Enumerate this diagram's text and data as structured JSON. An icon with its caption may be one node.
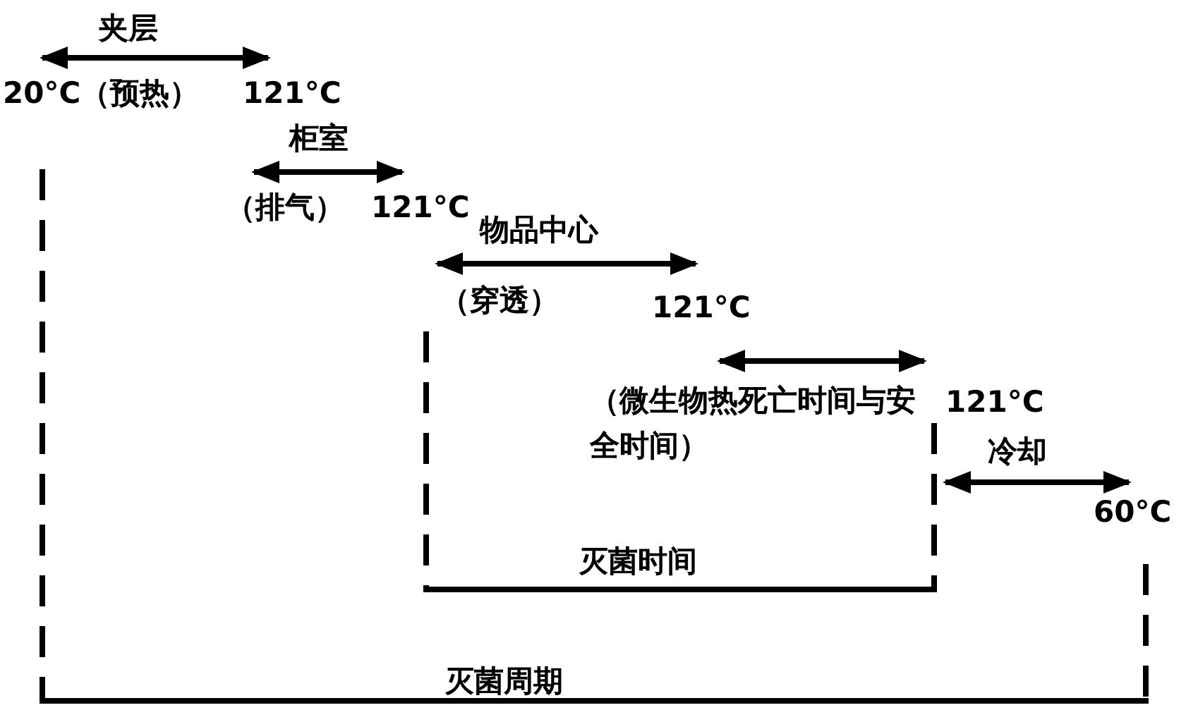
{
  "diagram": {
    "labels": [
      "夹层",
      "20°C（预热）",
      "121°C",
      "柜室",
      "（排气）",
      "121°C",
      "物品中心",
      "（穿透）",
      "121°C",
      "（微生物热死亡时间与安全时间）",
      "121°C",
      "冷却",
      "60°C",
      "灭菌时间",
      "灭菌周期"
    ]
  }
}
